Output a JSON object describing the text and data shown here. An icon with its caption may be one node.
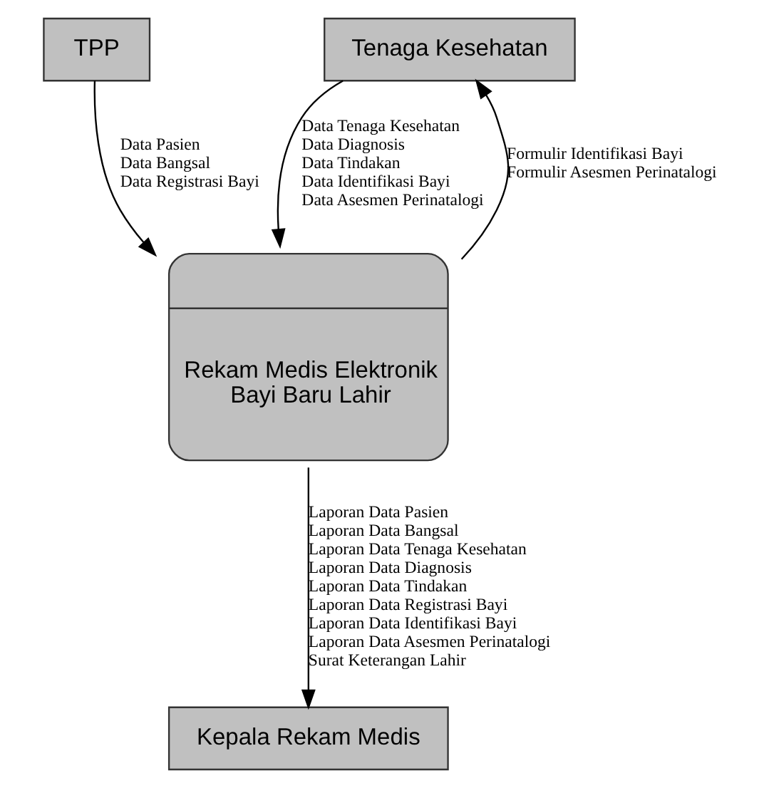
{
  "diagram": {
    "nodes": [
      {
        "text": [
          "TPP"
        ]
      },
      {
        "text": [
          "Tenaga Kesehatan"
        ]
      },
      {
        "text": [
          "Rekam Medis Elektronik Bayi Baru Lahir"
        ]
      },
      {
        "text": [
          "Kepala Rekam Medis"
        ]
      }
    ],
    "edges": [
      {
        "from": 0,
        "to": 2,
        "arrow": "to",
        "label": [
          "Data Pasien",
          "Data Bangsal",
          "Data Registrasi Bayi"
        ]
      },
      {
        "from": 1,
        "to": 2,
        "arrow": "to",
        "label": [
          "Data Tenaga Kesehatan",
          "Data Diagnosis",
          "Data Tindakan",
          "Data Identifikasi Bayi",
          "Data Asesmen Perinatalogi"
        ]
      },
      {
        "from": 2,
        "to": 1,
        "arrow": "to",
        "label": [
          "Formulir Identifikasi Bayi",
          "Formulir Asesmen Perinatalogi"
        ]
      },
      {
        "from": 2,
        "to": 3,
        "arrow": "to",
        "label": [
          "Laporan Data Pasien",
          "Laporan Data Bangsal",
          "Laporan Data Tenaga Kesehatan",
          "Laporan Data Diagnosis",
          "Laporan Data Tindakan",
          "Laporan Data Registrasi Bayi",
          "Laporan Data Identifikasi Bayi",
          "Laporan Data Asesmen Perinatalogi",
          "Surat Keterangan Lahir"
        ]
      }
    ]
  }
}
